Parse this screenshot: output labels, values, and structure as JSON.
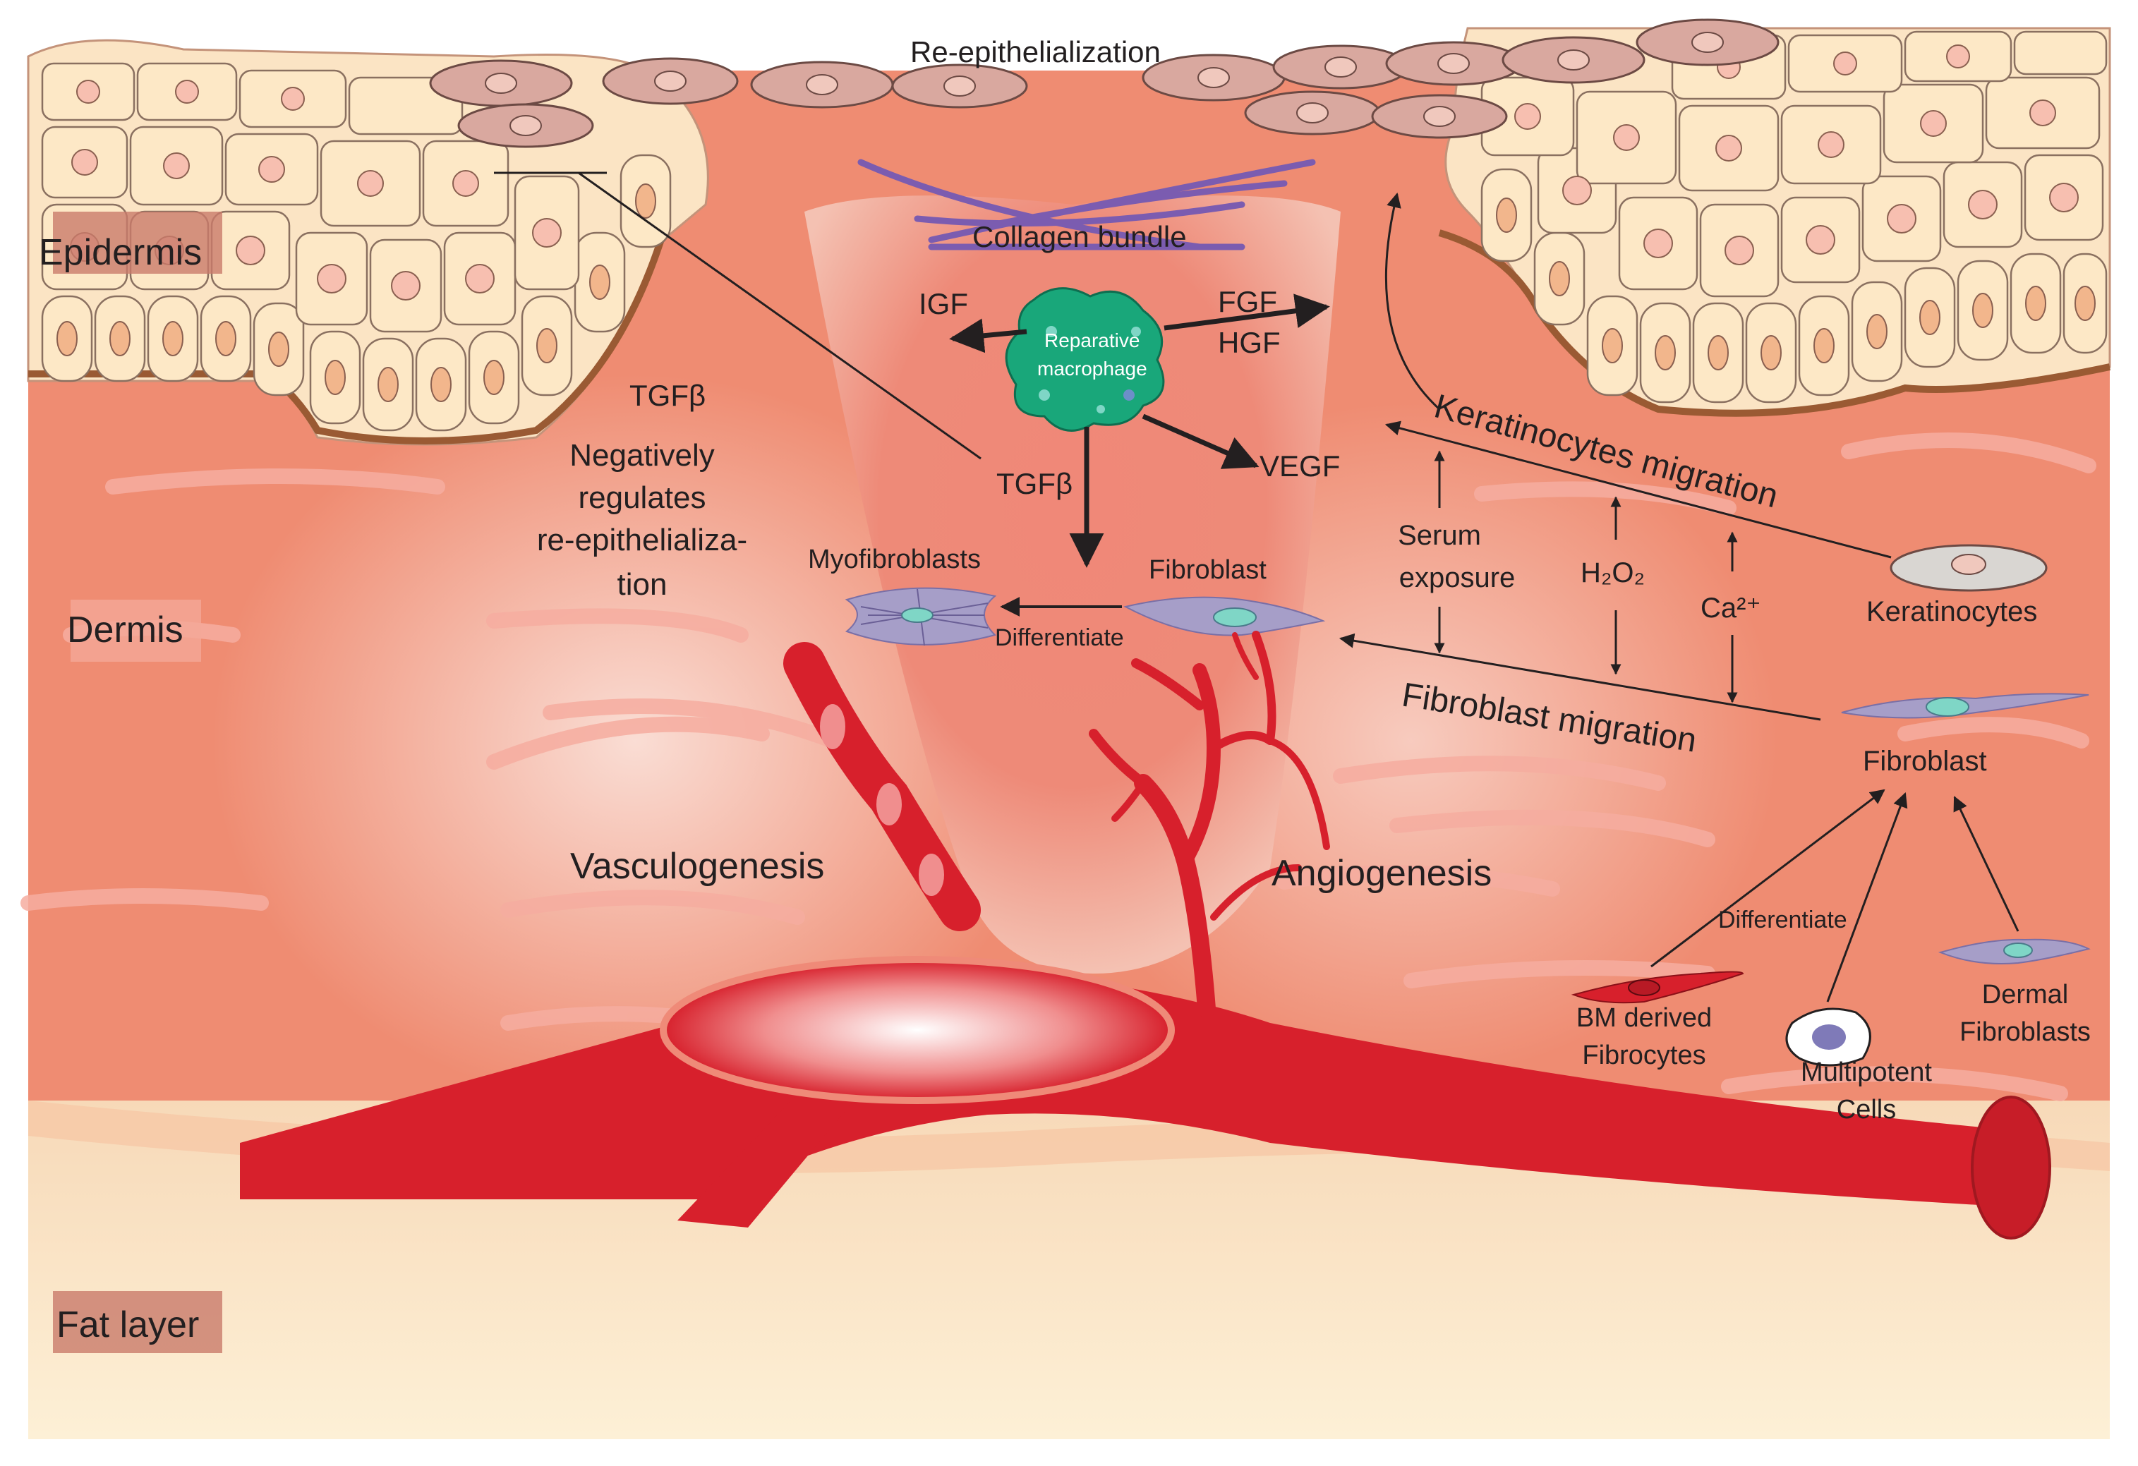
{
  "layers": {
    "epidermis": "Epidermis",
    "dermis": "Dermis",
    "fat": "Fat layer"
  },
  "top": {
    "reepithelialization": "Re-epithelialization",
    "collagen": "Collagen bundle"
  },
  "macrophage": {
    "line1": "Reparative",
    "line2": "macrophage"
  },
  "factors": {
    "igf": "IGF",
    "fgf": "FGF",
    "hgf": "HGF",
    "vegf": "VEGF",
    "tgfb_center": "TGFβ",
    "tgfb_left": "TGFβ"
  },
  "negative": {
    "line1": "Negatively",
    "line2": "regulates",
    "line3": "re-epithelializa-",
    "line4": "tion"
  },
  "cells": {
    "myofibroblasts": "Myofibroblasts",
    "fibroblast_center": "Fibroblast",
    "differentiate_center": "Differentiate",
    "keratinocytes": "Keratinocytes",
    "fibroblast_right": "Fibroblast",
    "differentiate_right": "Differentiate",
    "bm_line1": "BM derived",
    "bm_line2": "Fibrocytes",
    "multipotent_line1": "Multipotent",
    "multipotent_line2": "Cells",
    "dermal_line1": "Dermal",
    "dermal_line2": "Fibroblasts"
  },
  "migration": {
    "keratinocytes": "Keratinocytes migration",
    "fibroblast": "Fibroblast migration"
  },
  "stimuli": {
    "serum_line1": "Serum",
    "serum_line2": "exposure",
    "h2o2": "H₂O₂",
    "ca": "Ca²⁺"
  },
  "vessels": {
    "vasculogenesis": "Vasculogenesis",
    "angiogenesis": "Angiogenesis"
  },
  "colors": {
    "dermis": "#ef8a6e",
    "vessel": "#d7202c",
    "fat": "#fbe6bf",
    "macrophage": "#19a77a",
    "collagen": "#7b5cb0",
    "label_box": "#c97a6a"
  }
}
